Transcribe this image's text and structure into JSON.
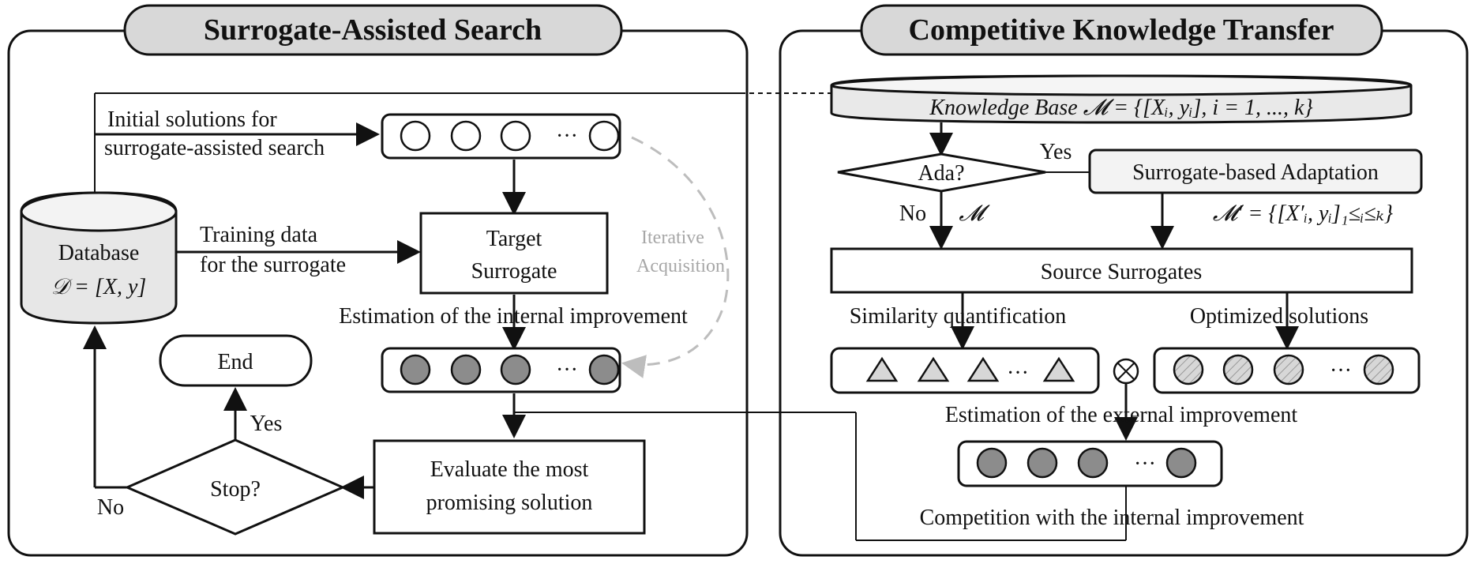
{
  "sections": {
    "left_title": "Surrogate-Assisted Search",
    "right_title": "Competitive Knowledge Transfer"
  },
  "left": {
    "initial_label_line1": "Initial solutions for",
    "initial_label_line2": "surrogate-assisted search",
    "training_label_line1": "Training data",
    "training_label_line2": "for the surrogate",
    "database_title": "Database",
    "database_formula": "𝒟 = [X, y]",
    "target_line1": "Target",
    "target_line2": "Surrogate",
    "iterative_line1": "Iterative",
    "iterative_line2": "Acquisition",
    "estimation_internal": "Estimation of the internal improvement",
    "end_label": "End",
    "yes_label": "Yes",
    "stop_label": "Stop?",
    "no_label": "No",
    "evaluate_line1": "Evaluate the most",
    "evaluate_line2": "promising solution",
    "ellipsis": "···"
  },
  "right": {
    "knowledge_base": "Knowledge Base 𝓜 = {[Xᵢ, yᵢ], i = 1, ..., k}",
    "ada_label": "Ada?",
    "yes_label": "Yes",
    "no_label": "No",
    "m_label": "𝓜",
    "surrogate_adaptation": "Surrogate-based Adaptation",
    "m_prime_label": "𝓜′ = {[X′ᵢ, yᵢ]₁≤ᵢ≤ₖ}",
    "source_surrogates": "Source Surrogates",
    "similarity_label": "Similarity quantification",
    "optimized_label": "Optimized solutions",
    "estimation_external": "Estimation of the external improvement",
    "competition_label": "Competition with the internal improvement",
    "otimes_symbol": "⊗",
    "ellipsis": "···"
  },
  "colors": {
    "banner_fill": "#d8d8d8",
    "knowledge_base_fill": "#e9e9e9",
    "filled_circle": "#8c8c8c",
    "hatch_circle": "#d7d7d7",
    "triangle_fill": "#d7d7d7",
    "dashed_arc": "#bdbdbd",
    "gray_text": "#a7a7a7"
  },
  "icons": {
    "database": "cylinder-icon",
    "knowledge_base": "cylinder-icon",
    "otimes": "circled-times-icon"
  }
}
